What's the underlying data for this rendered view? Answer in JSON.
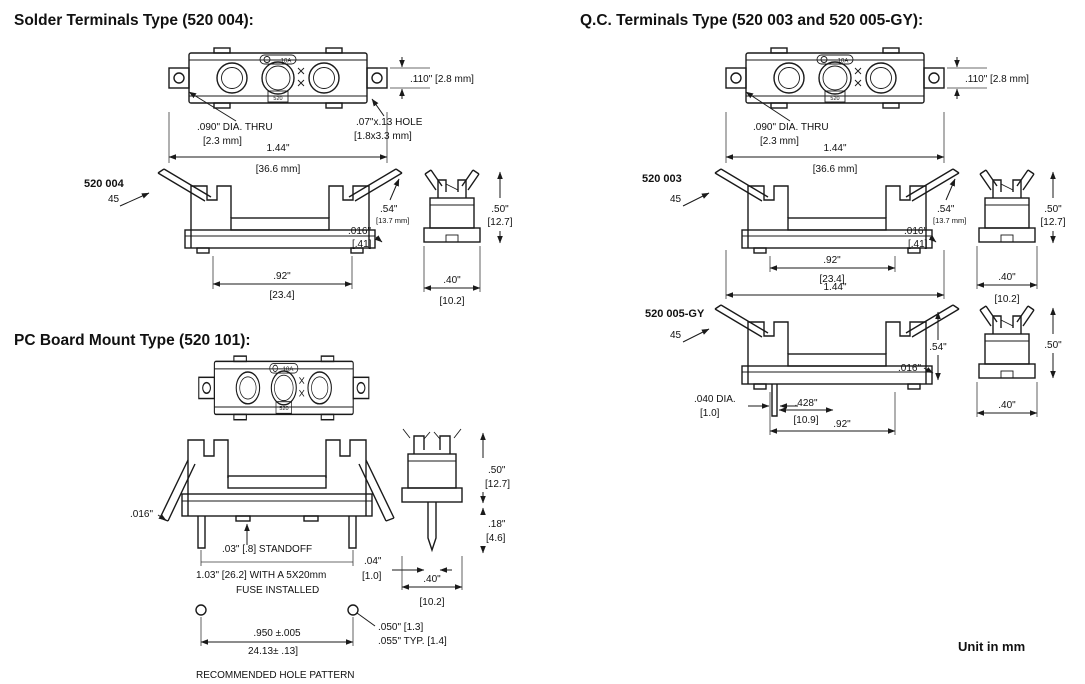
{
  "headings": {
    "solder": "Solder Terminals Type (520 004):",
    "qc": "Q.C. Terminals Type (520 003 and 520 005-GY):",
    "pcb": "PC Board Mount Type (520 101):"
  },
  "product": {
    "amp": "10A",
    "series": "520"
  },
  "parts": {
    "p004": "520 004",
    "p003": "520 003",
    "p005": "520 005-GY"
  },
  "solder": {
    "d110": ".110\" [2.8 mm]",
    "d090": ".090\" DIA. THRU",
    "d090mm": "[2.3 mm]",
    "hole": ".07\"x.13 HOLE",
    "holemm": "[1.8x3.3 mm]",
    "d144": "1.44\"",
    "d144mm": "[36.6 mm]",
    "a45": "45",
    "d54": ".54\"",
    "d54mm": "[13.7 mm]",
    "d016": ".016\"",
    "d016mm": "[.41]",
    "d50": ".50\"",
    "d50mm": "[12.7]",
    "d92": ".92\"",
    "d92mm": "[23.4]",
    "d40": ".40\"",
    "d40mm": "[10.2]"
  },
  "qc": {
    "d110": ".110\" [2.8 mm]",
    "d090": ".090\" DIA. THRU",
    "d090mm": "[2.3 mm]",
    "d144": "1.44\"",
    "d144mm": "[36.6 mm]",
    "a45": "45",
    "d54": ".54\"",
    "d54mm": "[13.7 mm]",
    "d016": ".016\"",
    "d016mm": "[.41]",
    "d50": ".50\"",
    "d50mm": "[12.7]",
    "d92": ".92\"",
    "d92mm": "[23.4]",
    "d144b": "1.44\"",
    "d40": ".40\"",
    "d40mm": "[10.2]"
  },
  "gy": {
    "a45": "45",
    "d54": ".54\"",
    "d016": ".016\"",
    "d50": ".50\"",
    "d040": ".040 DIA.",
    "d040mm": "[1.0]",
    "d428": ".428\"",
    "d428mm": "[10.9]",
    "d92": ".92\"",
    "d40": ".40\""
  },
  "pcb": {
    "d016": ".016\"",
    "standoff": ".03\" [.8] STANDOFF",
    "fuse1": "1.03\" [26.2] WITH A 5X20mm",
    "fuse2": "FUSE INSTALLED",
    "d04": ".04\"",
    "d04mm": "[1.0]",
    "d40": ".40\"",
    "d40mm": "[10.2]",
    "d50": ".50\"",
    "d50mm": "[12.7]",
    "d18": ".18\"",
    "d18mm": "[4.6]",
    "d950": ".950 ±.005",
    "d950mm": "24.13± .13]",
    "d050": ".050\" [1.3]",
    "d055": ".055\" TYP. [1.4]",
    "holepattern": "RECOMMENDED HOLE PATTERN"
  },
  "footer": {
    "unit": "Unit in mm"
  }
}
